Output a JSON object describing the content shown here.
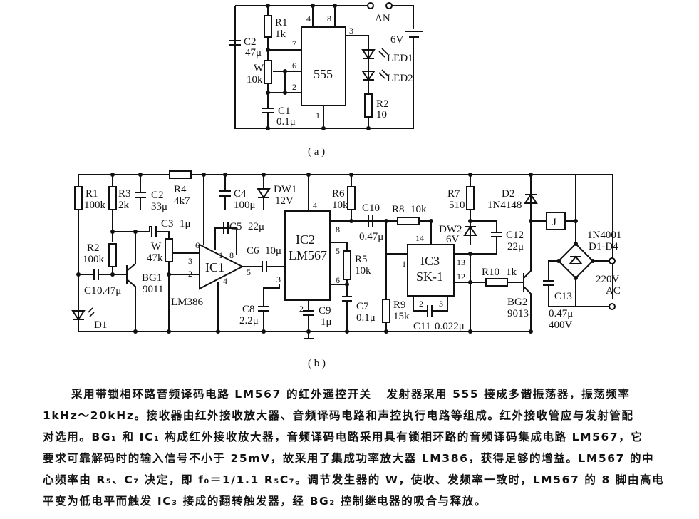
{
  "figure_a": {
    "caption": "( a )",
    "ic": "555",
    "pins": {
      "p4": "4",
      "p8": "8",
      "p7": "7",
      "p6": "6",
      "p2": "2",
      "p3": "3",
      "p1": "1"
    },
    "components": {
      "R1": {
        "name": "R1",
        "value": "1k"
      },
      "C2": {
        "name": "C2",
        "value": "47μ"
      },
      "W": {
        "name": "W",
        "value": "10k"
      },
      "C1": {
        "name": "C1",
        "value": "0.1μ"
      },
      "LED1": {
        "name": "LED1"
      },
      "LED2": {
        "name": "LED2"
      },
      "R2": {
        "name": "R2",
        "value": "10"
      },
      "battery": {
        "value": "6V"
      },
      "switch": {
        "name": "AN"
      }
    }
  },
  "figure_b": {
    "caption": "( b )",
    "components": {
      "R1": {
        "name": "R1",
        "value": "100k"
      },
      "R3": {
        "name": "R3",
        "value": "2k"
      },
      "C2": {
        "name": "C2",
        "value": "33μ"
      },
      "R4": {
        "name": "R4",
        "value": "4k7"
      },
      "C4": {
        "name": "C4",
        "value": "100μ"
      },
      "DW1": {
        "name": "DW1",
        "value": "12V"
      },
      "R6": {
        "name": "R6",
        "value": "10k"
      },
      "C10": {
        "name": "C10",
        "value": "0.47μ"
      },
      "R8": {
        "name": "R8",
        "value": "10k"
      },
      "R7": {
        "name": "R7",
        "value": "510"
      },
      "D2": {
        "name": "D2",
        "value": "1N4148"
      },
      "C3": {
        "name": "C3",
        "value": "1μ"
      },
      "C5": {
        "name": "C5",
        "value": "22μ"
      },
      "R2": {
        "name": "R2",
        "value": "100k"
      },
      "W": {
        "name": "W",
        "value": "47k"
      },
      "C6": {
        "name": "C6",
        "value": "10μ"
      },
      "R5": {
        "name": "R5",
        "value": "10k"
      },
      "DW2": {
        "name": "DW2",
        "value": "6V"
      },
      "C12": {
        "name": "C12",
        "value": "22μ"
      },
      "C1": {
        "name": "C1",
        "value": "0.47μ"
      },
      "BG1": {
        "name": "BG1",
        "value": "9011"
      },
      "D1": {
        "name": "D1"
      },
      "C8": {
        "name": "C8",
        "value": "2.2μ"
      },
      "C9": {
        "name": "C9",
        "value": "1μ"
      },
      "C7": {
        "name": "C7",
        "value": "0.1μ"
      },
      "R9": {
        "name": "R9",
        "value": "15k"
      },
      "C11": {
        "name": "C11",
        "value": "0.022μ"
      },
      "R10": {
        "name": "R10",
        "value": "1k"
      },
      "BG2": {
        "name": "BG2",
        "value": "9013"
      },
      "C13": {
        "name": "C13",
        "value": "0.47μ",
        "rating": "400V"
      },
      "relay": {
        "name": "J"
      },
      "bridge": {
        "name": "1N4001",
        "value": "D1-D4"
      },
      "ac": {
        "line1": "220V",
        "line2": "AC"
      }
    },
    "ics": {
      "IC1": {
        "name": "IC1",
        "part": "LM386",
        "pins": [
          "6",
          "3",
          "2",
          "1",
          "8",
          "5",
          "4"
        ]
      },
      "IC2": {
        "name": "IC2",
        "part": "LM567",
        "pins": [
          "4",
          "8",
          "5",
          "6",
          "3",
          "2"
        ]
      },
      "IC3": {
        "name": "IC3",
        "part": "SK-1",
        "pins": [
          "14",
          "1",
          "13",
          "12",
          "2",
          "3"
        ]
      }
    }
  },
  "description": {
    "title": "采用带锁相环路音频译码电路 LM567 的红外遥控开关",
    "lines": [
      "发射器采用 555 接成多谐振荡器，振荡频率",
      "1kHz～20kHz。接收器由红外接收放大器、音频译码电路和声控执行电路等组成。红外接收管应与发射管配",
      "对选用。BG₁ 和 IC₁ 构成红外接收放大器，音频译码电路采用具有锁相环路的音频译码集成电路 LM567，它",
      "要求可靠解码时的输入信号不小于 25mV，故采用了集成功率放大器 LM386，获得足够的增益。LM567 的中",
      "心频率由 R₅、C₇ 决定，即 f₀＝1/1.1 R₅C₇。调节发生器的 W，使收、发频率一致时，LM567 的 8 脚由高电",
      "平变为低电平而触发 IC₃ 接成的翻转触发器，经 BG₂ 控制继电器的吸合与释放。"
    ]
  }
}
